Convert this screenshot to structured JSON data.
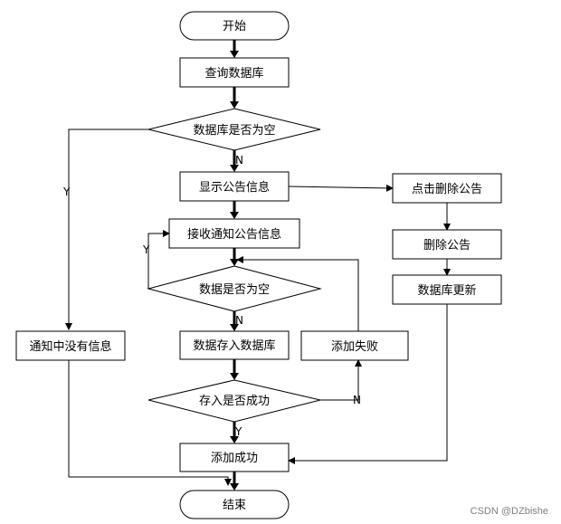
{
  "nodes": {
    "start": "开始",
    "query_db": "查询数据库",
    "db_empty": "数据库是否为空",
    "show_notice": "显示公告信息",
    "receive_notice": "接收通知公告信息",
    "data_empty": "数据是否为空",
    "store_data": "数据存入数据库",
    "store_success_q": "存入是否成功",
    "add_success": "添加成功",
    "end": "结束",
    "click_delete": "点击删除公告",
    "delete_notice": "删除公告",
    "db_update": "数据库更新",
    "no_info": "通知中没有信息",
    "add_fail": "添加失败"
  },
  "edge_labels": {
    "db_empty_no": "N",
    "db_empty_yes": "Y",
    "data_empty_yes": "Y",
    "data_empty_no": "N",
    "store_success_yes": "Y",
    "store_success_no": "N"
  },
  "watermark": "CSDN @DZbishe"
}
